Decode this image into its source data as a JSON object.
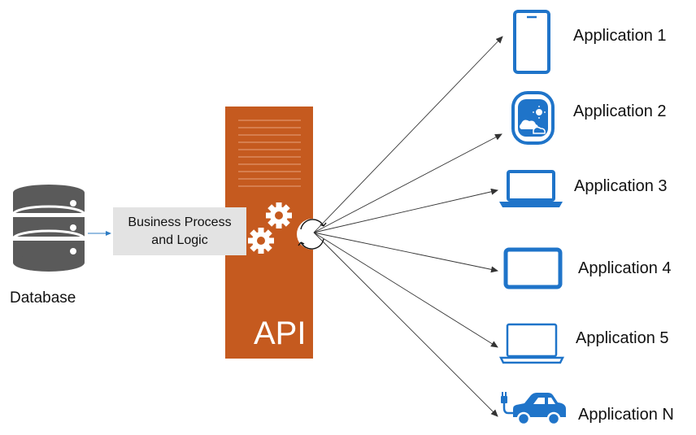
{
  "database": {
    "label": "Database",
    "icon": "database-icon"
  },
  "business": {
    "line1": "Business Process",
    "line2": "and Logic"
  },
  "api": {
    "label": "API",
    "color": "#c55a1f",
    "icons": [
      "gears-icon",
      "sync-icon"
    ]
  },
  "applications": [
    {
      "label": "Application 1",
      "icon": "smartphone-icon"
    },
    {
      "label": "Application 2",
      "icon": "smartwatch-weather-icon"
    },
    {
      "label": "Application 3",
      "icon": "laptop-icon"
    },
    {
      "label": "Application 4",
      "icon": "tablet-icon"
    },
    {
      "label": "Application 5",
      "icon": "laptop-icon"
    },
    {
      "label": "Application N",
      "icon": "electric-car-icon"
    }
  ],
  "colors": {
    "icon_blue": "#1f74c9",
    "db_gray": "#5a5a5a",
    "box_gray": "#e3e3e3"
  }
}
